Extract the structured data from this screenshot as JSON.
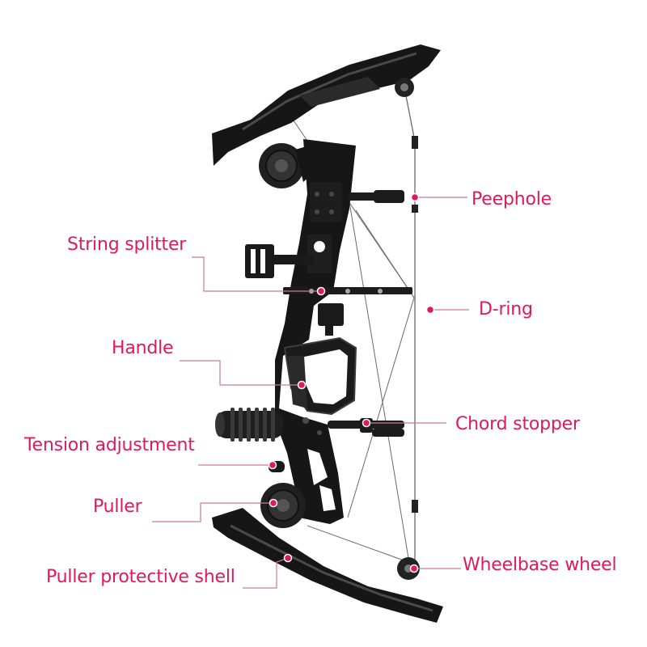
{
  "colors": {
    "label": "#e0195a",
    "leader": "#c77a9a",
    "dot": "#e0195a",
    "bow": "#161616",
    "bow_highlight": "#4a4a4a",
    "string": "#6a6a6a"
  },
  "labels": {
    "peephole": "Peephole",
    "string_splitter": "String splitter",
    "d_ring": "D-ring",
    "handle": "Handle",
    "chord_stopper": "Chord stopper",
    "tension_adjustment": "Tension adjustment",
    "puller": "Puller",
    "wheelbase_wheel": "Wheelbase wheel",
    "puller_protective_shell": "Puller protective shell"
  }
}
